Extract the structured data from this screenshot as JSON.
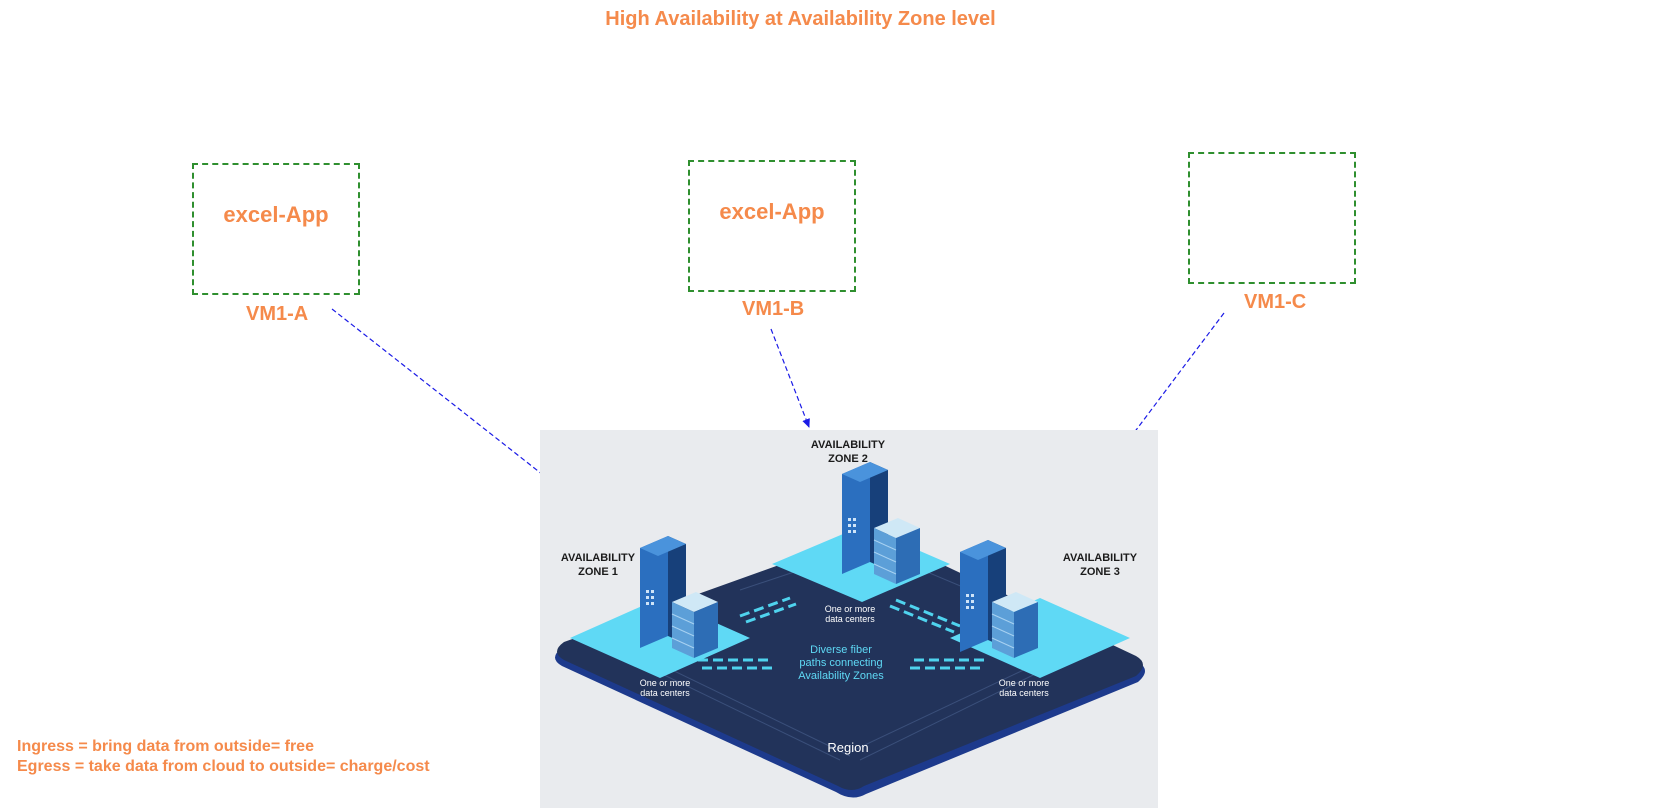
{
  "title": "High Availability at Availability Zone level",
  "vms": [
    {
      "label": "VM1-A",
      "app": "excel-App"
    },
    {
      "label": "VM1-B",
      "app": "excel-App"
    },
    {
      "label": "VM1-C",
      "app": ""
    }
  ],
  "region_figure": {
    "zones": [
      {
        "line1": "AVAILABILITY",
        "line2": "ZONE 1",
        "caption1": "One or more",
        "caption2": "data centers"
      },
      {
        "line1": "AVAILABILITY",
        "line2": "ZONE 2",
        "caption1": "One or more",
        "caption2": "data centers"
      },
      {
        "line1": "AVAILABILITY",
        "line2": "ZONE 3",
        "caption1": "One or more",
        "caption2": "data centers"
      }
    ],
    "fiber_text": [
      "Diverse fiber",
      "paths connecting",
      "Availability Zones"
    ],
    "region_label": "Region"
  },
  "notes": [
    "Ingress = bring data from outside= free",
    "Egress = take data from cloud to outside= charge/cost"
  ],
  "colors": {
    "accent_text": "#f58a4b",
    "box_border": "#2f8f2f",
    "arrow": "#1a1ae6"
  }
}
